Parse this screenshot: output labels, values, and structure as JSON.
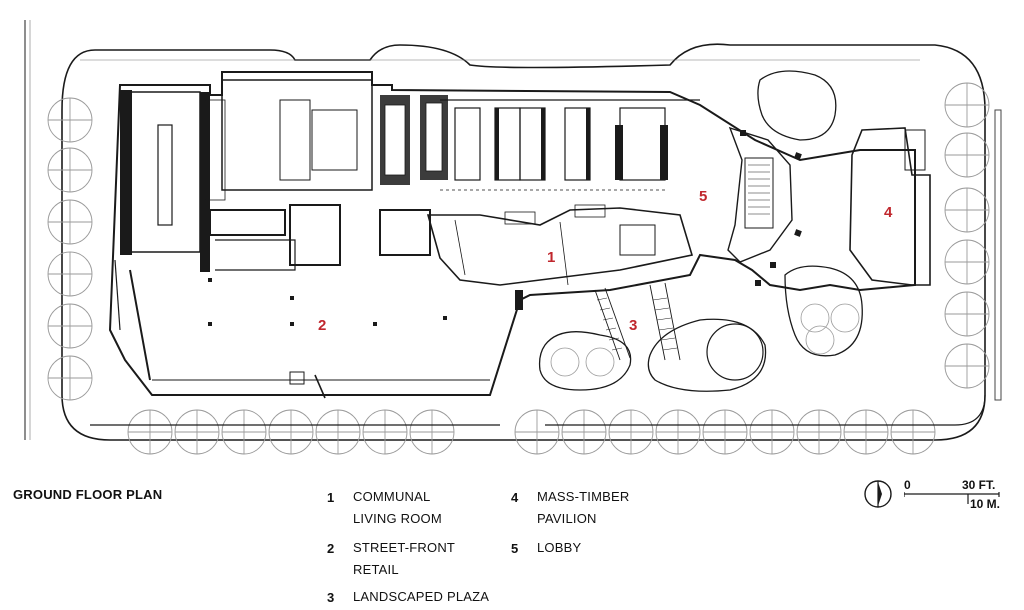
{
  "title": "GROUND FLOOR PLAN",
  "plan_labels": [
    "1",
    "2",
    "3",
    "4",
    "5"
  ],
  "legend": [
    {
      "num": "1",
      "text": "COMMUNAL LIVING ROOM"
    },
    {
      "num": "2",
      "text": "STREET-FRONT RETAIL"
    },
    {
      "num": "3",
      "text": "LANDSCAPED PLAZA"
    },
    {
      "num": "4",
      "text": "MASS-TIMBER PAVILION"
    },
    {
      "num": "5",
      "text": "LOBBY"
    }
  ],
  "scale": {
    "zero": "0",
    "feet": "30 FT.",
    "meters": "10 M."
  },
  "colors": {
    "label_red": "#c0272d",
    "line": "#1a1a1a",
    "tree": "#9a9a9a"
  },
  "icons": {
    "north": "north-arrow-icon"
  }
}
